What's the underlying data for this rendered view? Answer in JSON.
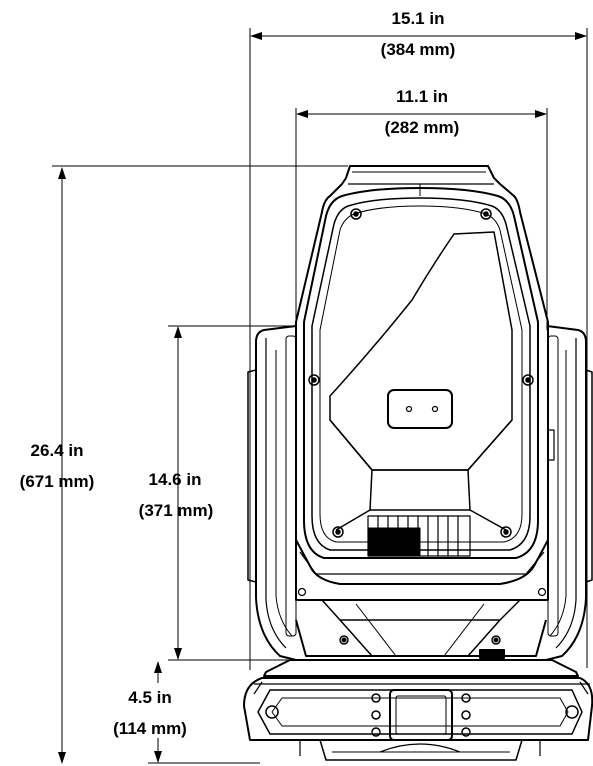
{
  "dimensions": {
    "overall_width": {
      "imperial": "15.1 in",
      "metric": "(384 mm)"
    },
    "head_width": {
      "imperial": "11.1 in",
      "metric": "(282 mm)"
    },
    "overall_height": {
      "imperial": "26.4 in",
      "metric": "(671 mm)"
    },
    "head_height": {
      "imperial": "14.6 in",
      "metric": "(371 mm)"
    },
    "base_height": {
      "imperial": "4.5 in",
      "metric": "(114 mm)"
    }
  },
  "colors": {
    "line": "#000000",
    "background": "#ffffff"
  }
}
